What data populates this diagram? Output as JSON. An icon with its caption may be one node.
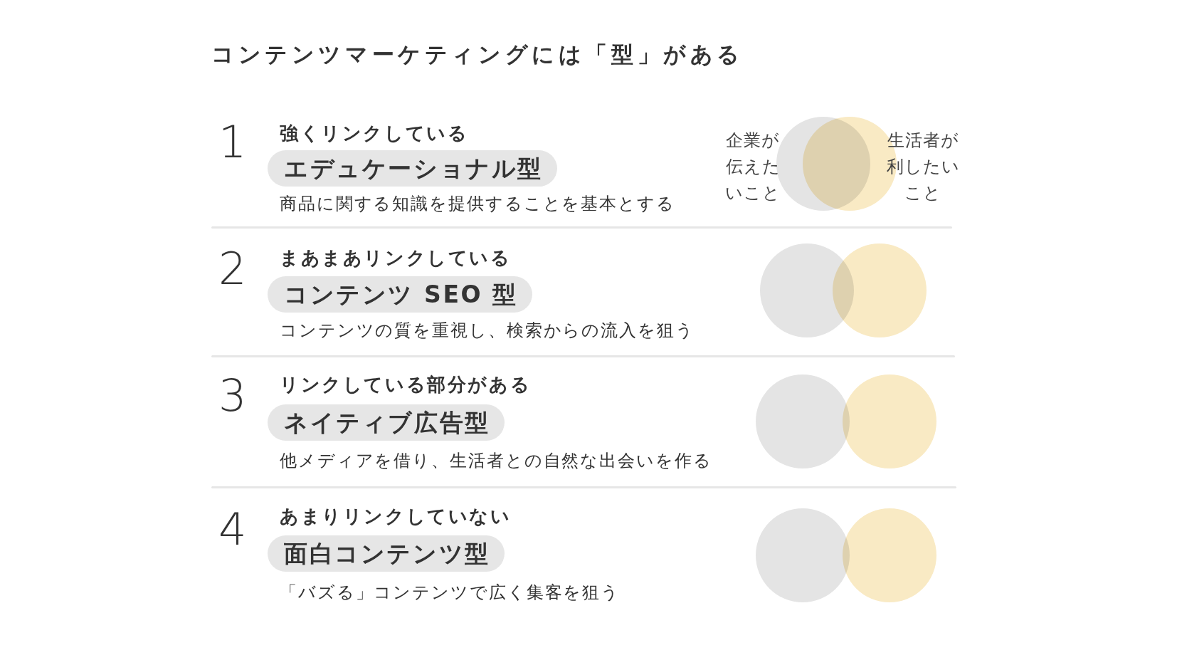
{
  "diagram": {
    "title": "コンテンツマーケティングには「型」がある",
    "nodes": [
      {
        "text": [
          "エデュケーショナル型"
        ],
        "beside": [
          "強くリンクしている",
          "商品に関する知識を提供することを基本とする"
        ]
      },
      {
        "text": [],
        "shape": "circle",
        "beside": [
          "企業が伝えたいこと"
        ]
      },
      {
        "text": [],
        "shape": "circle",
        "beside": [
          "生活者が利したいこと"
        ]
      },
      {
        "text": [
          "コンテンツ SEO 型"
        ],
        "beside": [
          "まあまあリンクしている",
          "コンテンツの質を重視し、検索からの流入を狙う"
        ]
      },
      {
        "text": [],
        "shape": "circle"
      },
      {
        "text": [],
        "shape": "circle"
      },
      {
        "text": [
          "ネイティブ広告型"
        ],
        "beside": [
          "リンクしている部分がある",
          "他メディアを借り、生活者との自然な出会いを作る"
        ]
      },
      {
        "text": [],
        "shape": "circle"
      },
      {
        "text": [],
        "shape": "circle"
      },
      {
        "text": [
          "面白コンテンツ型"
        ],
        "beside": [
          "あまりリンクしていない",
          "「バズる」コンテンツで広く集客を狙う"
        ]
      },
      {
        "text": [],
        "shape": "circle"
      },
      {
        "text": [],
        "shape": "circle"
      }
    ],
    "labels": [
      "1",
      "2",
      "3",
      "4"
    ]
  }
}
